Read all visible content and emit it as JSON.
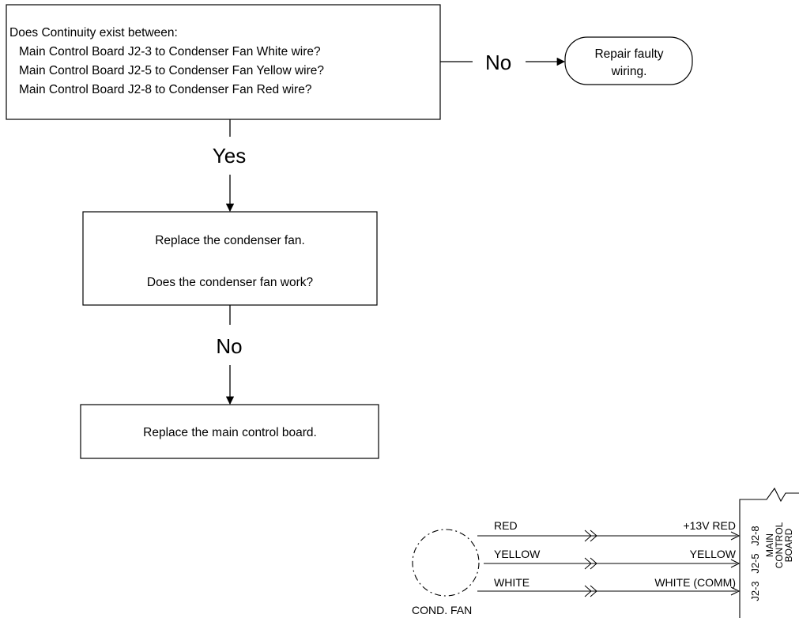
{
  "flowchart": {
    "question": {
      "title": "Does Continuity exist between:",
      "lines": [
        "Main Control Board J2-3 to Condenser Fan White wire?",
        "Main Control Board J2-5 to Condenser Fan Yellow wire?",
        "Main Control Board J2-8 to Condenser Fan Red wire?"
      ]
    },
    "no_label_1": "No",
    "terminal": {
      "line1": "Repair faulty",
      "line2": "wiring."
    },
    "yes_label": "Yes",
    "step_fan": {
      "line1": "Replace the condenser fan.",
      "line2": "Does the condenser fan work?"
    },
    "no_label_2": "No",
    "step_board": {
      "text": "Replace the main control board."
    }
  },
  "wiring": {
    "fan_label": "COND. FAN",
    "wires": [
      {
        "left": "RED",
        "right": "+13V RED",
        "pin": "J2-8"
      },
      {
        "left": "YELLOW",
        "right": "YELLOW",
        "pin": "J2-5"
      },
      {
        "left": "WHITE",
        "right": "WHITE (COMM)",
        "pin": "J2-3"
      }
    ],
    "board_label": [
      "MAIN",
      "CONTROL",
      "BOARD"
    ]
  }
}
